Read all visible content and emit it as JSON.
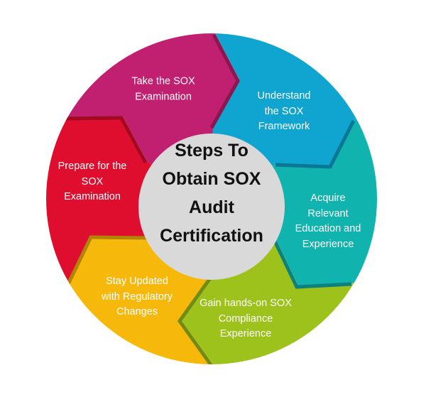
{
  "title": [
    "Steps To",
    "Obtain SOX",
    "Audit",
    "Certification"
  ],
  "steps": [
    {
      "lines": [
        "Understand",
        "the SOX",
        "Framework"
      ],
      "color": "#0FA5D0"
    },
    {
      "lines": [
        "Acquire",
        "Relevant",
        "Education and",
        "Experience"
      ],
      "color": "#10B3AE"
    },
    {
      "lines": [
        "Gain hands-on SOX",
        "Compliance",
        "Experience"
      ],
      "color": "#9DC21B"
    },
    {
      "lines": [
        "Stay Updated",
        "with Regulatory",
        "Changes"
      ],
      "color": "#F6B80A"
    },
    {
      "lines": [
        "Prepare for the",
        "SOX",
        "Examination"
      ],
      "color": "#DF0E2E"
    },
    {
      "lines": [
        "Take the SOX",
        "Examination"
      ],
      "color": "#C0206F"
    }
  ],
  "center_color": "#D9D9D9"
}
